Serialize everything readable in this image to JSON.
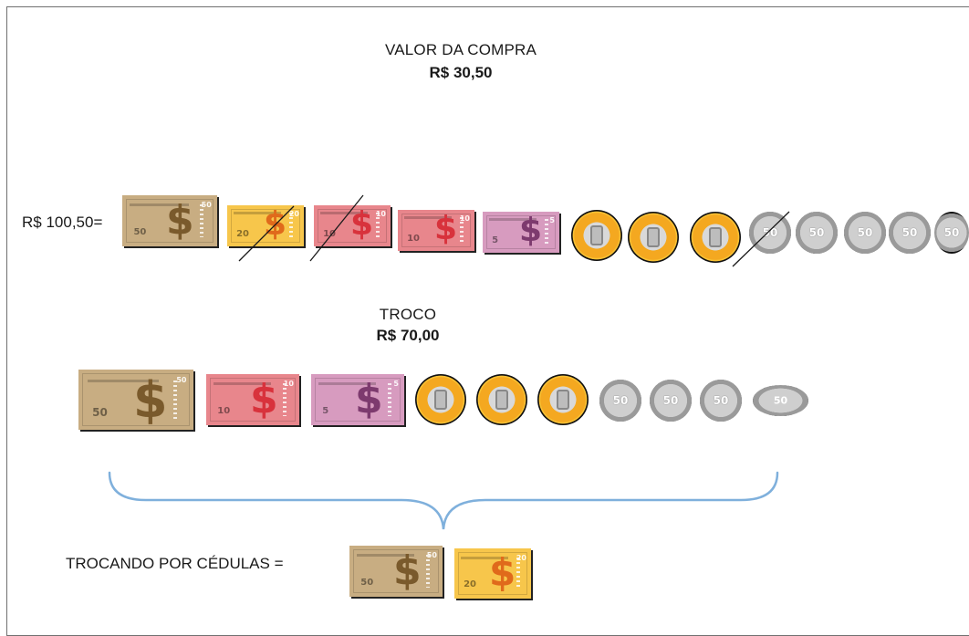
{
  "purchase": {
    "label": "VALOR DA COMPRA",
    "value": "R$ 30,50"
  },
  "paid": {
    "label": "R$ 100,50=",
    "items": [
      {
        "type": "note",
        "denomination": "50",
        "crossed": false
      },
      {
        "type": "note",
        "denomination": "20",
        "crossed": true
      },
      {
        "type": "note",
        "denomination": "10",
        "crossed": true
      },
      {
        "type": "note",
        "denomination": "10",
        "crossed": false
      },
      {
        "type": "note",
        "denomination": "5",
        "crossed": false
      },
      {
        "type": "coin",
        "denomination": "1",
        "crossed": false
      },
      {
        "type": "coin",
        "denomination": "1",
        "crossed": false
      },
      {
        "type": "coin",
        "denomination": "1",
        "crossed": false
      },
      {
        "type": "coin",
        "denomination": "50",
        "crossed": true
      },
      {
        "type": "coin",
        "denomination": "50",
        "crossed": false
      },
      {
        "type": "coin",
        "denomination": "50",
        "crossed": false
      },
      {
        "type": "coin",
        "denomination": "50",
        "crossed": false
      },
      {
        "type": "coin",
        "denomination": "50",
        "crossed": false
      }
    ]
  },
  "change": {
    "label": "TROCO",
    "value": "R$ 70,00",
    "items": [
      {
        "type": "note",
        "denomination": "50"
      },
      {
        "type": "note",
        "denomination": "10"
      },
      {
        "type": "note",
        "denomination": "5"
      },
      {
        "type": "coin",
        "denomination": "1"
      },
      {
        "type": "coin",
        "denomination": "1"
      },
      {
        "type": "coin",
        "denomination": "1"
      },
      {
        "type": "coin",
        "denomination": "50"
      },
      {
        "type": "coin",
        "denomination": "50"
      },
      {
        "type": "coin",
        "denomination": "50"
      },
      {
        "type": "coin",
        "denomination": "50",
        "oval": true
      }
    ]
  },
  "exchange": {
    "label": "TROCANDO POR CÉDULAS =",
    "items": [
      {
        "type": "note",
        "denomination": "50"
      },
      {
        "type": "note",
        "denomination": "20"
      }
    ]
  },
  "colors": {
    "brace": "#7fb0dc",
    "note50": "#c8ad82",
    "note20": "#f7c64b",
    "note10": "#e8868c",
    "note5": "#d79bbf",
    "coin_gold": "#f4a820",
    "coin_silver": "#cfcfcf"
  }
}
